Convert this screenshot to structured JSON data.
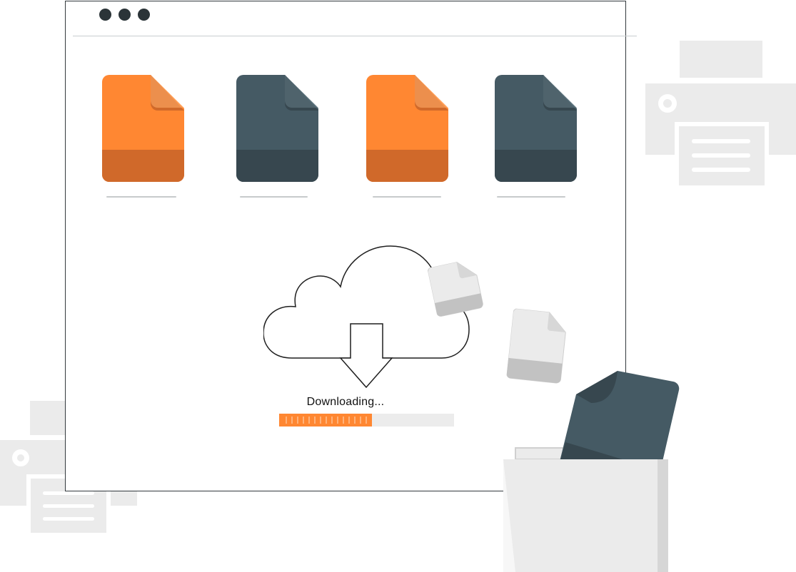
{
  "window": {
    "controls": [
      "window-dot",
      "window-dot",
      "window-dot"
    ],
    "files": [
      {
        "color": "#ff8732",
        "shade": "#d0692a"
      },
      {
        "color": "#455a64",
        "shade": "#37474f"
      },
      {
        "color": "#ff8732",
        "shade": "#d0692a"
      },
      {
        "color": "#455a64",
        "shade": "#37474f"
      }
    ]
  },
  "download": {
    "status": "Downloading...",
    "progress_percent": 53
  },
  "colors": {
    "accent": "#ff8732",
    "dark": "#455a64",
    "light_gray": "#ebebeb"
  },
  "icons": [
    "printer-icon",
    "cloud-download-icon",
    "document-icon",
    "folder-icon"
  ]
}
